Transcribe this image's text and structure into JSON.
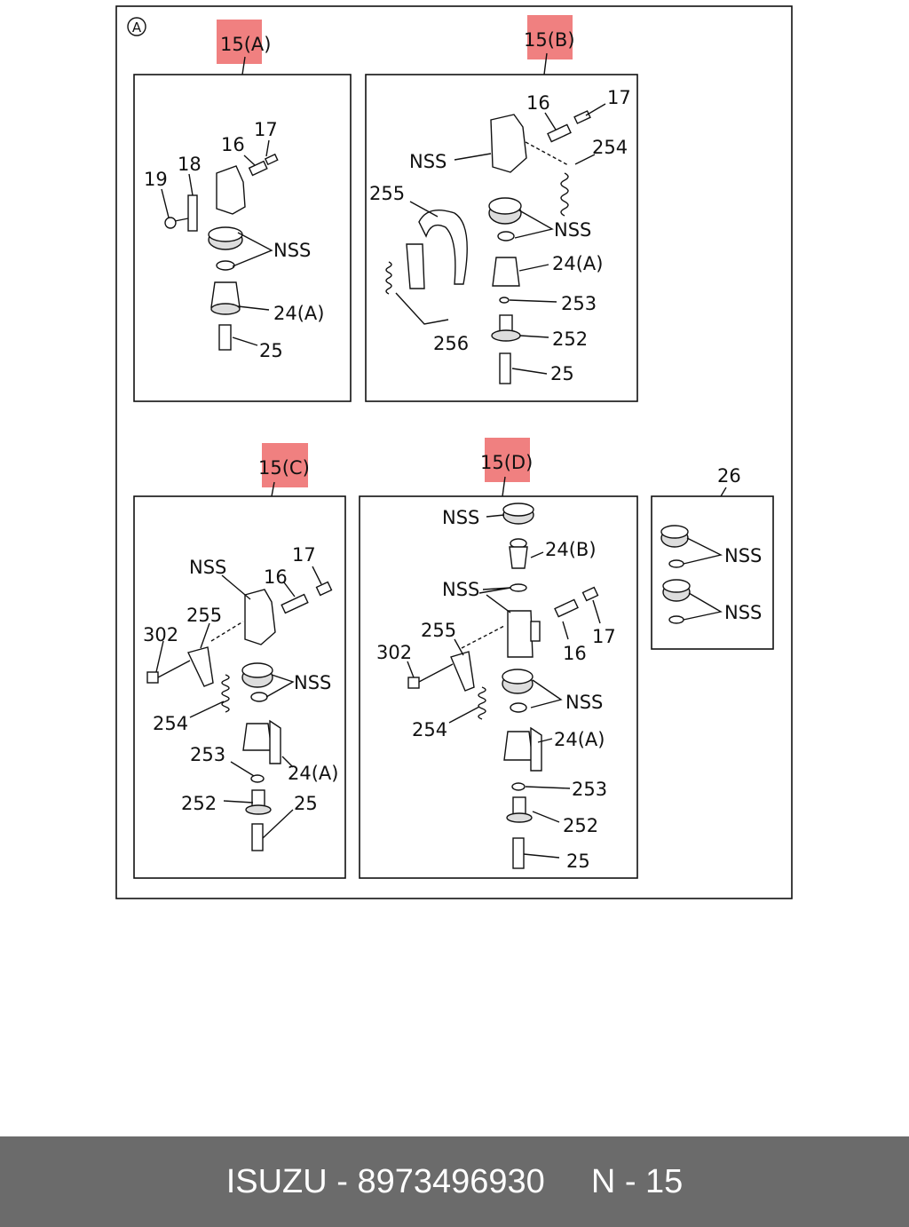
{
  "diagram": {
    "section_mark": "A",
    "groups": [
      {
        "id": "15a",
        "title": "15(A)",
        "labels": [
          "17",
          "16",
          "18",
          "19",
          "NSS",
          "24(A)",
          "25"
        ]
      },
      {
        "id": "15b",
        "title": "15(B)",
        "labels": [
          "16",
          "17",
          "NSS",
          "254",
          "255",
          "NSS",
          "24(A)",
          "253",
          "256",
          "252",
          "25"
        ]
      },
      {
        "id": "15c",
        "title": "15(C)",
        "labels": [
          "NSS",
          "17",
          "16",
          "255",
          "302",
          "NSS",
          "254",
          "253",
          "24(A)",
          "252",
          "25"
        ]
      },
      {
        "id": "15d",
        "title": "15(D)",
        "labels": [
          "NSS",
          "24(B)",
          "NSS",
          "255",
          "302",
          "16",
          "17",
          "254",
          "NSS",
          "24(A)",
          "253",
          "252",
          "25"
        ]
      },
      {
        "id": "26",
        "title": "26",
        "labels": [
          "NSS",
          "NSS"
        ]
      }
    ]
  },
  "footer": {
    "brand": "ISUZU",
    "separator": " - ",
    "part_number": "8973496930",
    "page_ref": "N - 15"
  },
  "colors": {
    "highlight": "#f08080",
    "footer_bg": "#6b6b6b"
  }
}
